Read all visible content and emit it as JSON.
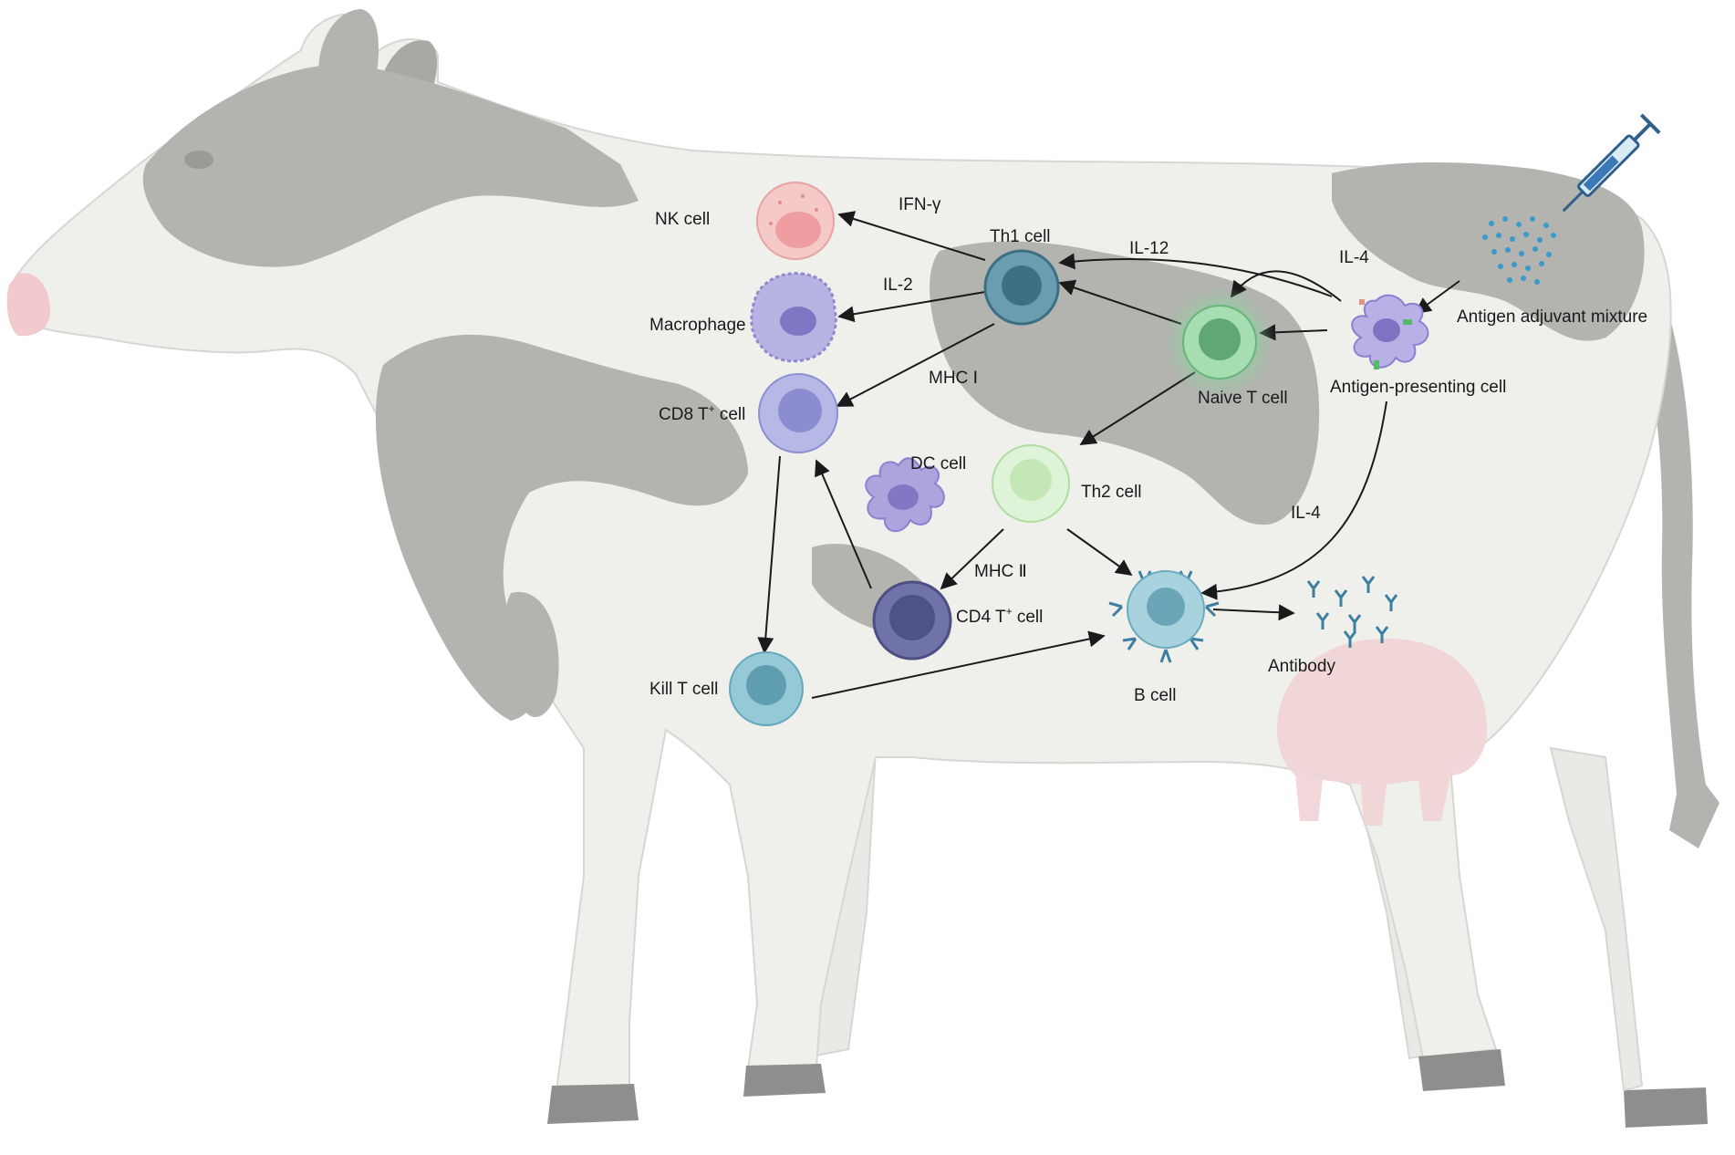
{
  "labels": {
    "nk_cell": "NK  cell",
    "ifn_gamma": "IFN-γ",
    "th1_cell": "Th1 cell",
    "il12": "IL-12",
    "il4_top": "IL-4",
    "il2": "IL-2",
    "macrophage": "Macrophage",
    "antigen_adjuvant": "Antigen adjuvant mixture",
    "mhc1": "MHC Ⅰ",
    "naive_t": "Naive T cell",
    "apc": "Antigen-presenting  cell",
    "cd8_main": "CD8 T",
    "cd8_sup": "+",
    "cd8_tail": " cell",
    "dc_cell": "DC cell",
    "th2_cell": "Th2 cell",
    "il4_mid": "IL-4",
    "mhc2": "MHC Ⅱ",
    "cd4_main": "CD4 T",
    "cd4_sup": "+",
    "cd4_tail": " cell",
    "kill_t": "Kill T cell",
    "antibody": "Antibody",
    "b_cell": "B cell"
  },
  "colors": {
    "cow_body": "#efefec",
    "cow_spots": "#b3b3b0",
    "cow_outline": "#d6d6d2",
    "udder": "#f1d3d6",
    "nose": "#f2c9cc",
    "hoof": "#8e8e8c",
    "arrow": "#1a1a1a",
    "nk_cell": "#f3b6b6",
    "th1_cell": "#4e7f92",
    "macrophage": "#a7a3d8",
    "cd8_cell": "#a9abdf",
    "naive_t": "#7dc88c",
    "th2_cell": "#cfeec5",
    "dc_cell": "#a9a0dc",
    "cd4_cell": "#5e6196",
    "kill_t": "#7fb8c8",
    "b_cell": "#7fb8c8",
    "antibody": "#3d7fa0",
    "syringe": "#3a78b8"
  },
  "icons": [
    "cow-illustration",
    "syringe-icon",
    "antigen-dots-icon",
    "antibody-icon"
  ]
}
